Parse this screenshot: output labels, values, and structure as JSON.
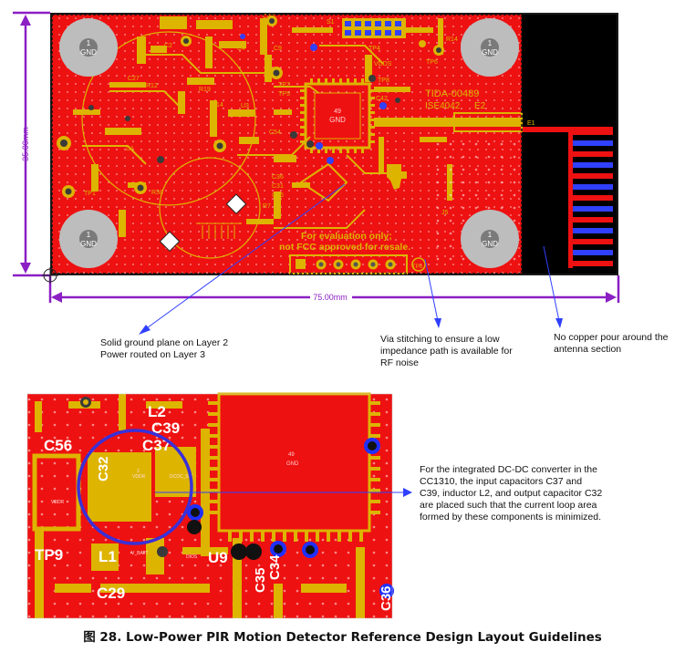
{
  "pcb": {
    "board_id": "TIDA-00489",
    "part_ref": "ISE4042",
    "e2": "E2",
    "e1": "E1",
    "gnd_pad_number": "1",
    "gnd_pad_label": "GND",
    "chip_number": "49",
    "chip_label": "GND",
    "eval_line1": "For evaluation only;",
    "eval_line2": "not FCC approved for resale.",
    "dim_height": "35.00mm",
    "dim_width": "75.00mm",
    "refdes": {
      "r16": "R16",
      "c67": "C67",
      "s1": "S1",
      "r14": "R14",
      "c2": "C2",
      "c9": "C9",
      "c4": "C4",
      "tp4": "TP4",
      "tp5": "TP5",
      "tp6": "TP6",
      "tp7": "TP7",
      "tp8": "TP8",
      "tp1": "TP1",
      "r19": "R19",
      "r12": "R12",
      "c14": "C14",
      "c41": "C41",
      "c42": "C42",
      "u3": "U3",
      "r38": "R38",
      "c36": "C36",
      "c27": "C27",
      "j5": "J5",
      "c31": "C31",
      "c54": "C54",
      "c26": "C26",
      "d1": "D1",
      "r7": "R7",
      "l1": "L1",
      "vdds": "VDDS"
    },
    "colors": {
      "board": "#ee1111",
      "copper": "#ddb400",
      "purple": "#8b1fc4",
      "antenna": "#000000",
      "keepout_blue": "#3040ff"
    }
  },
  "callouts": {
    "ground_plane": "Solid ground plane on Layer 2\nPower routed on Layer 3",
    "via_stitching": "Via stitching to ensure a low\nimpedance path is available for\nRF noise",
    "no_copper": "No copper pour around the\nantenna section",
    "dcdc": "For the integrated DC-DC converter in the\nCC1310, the input capacitors C37 and\nC39, inductor L2, and output capacitor C32\nare placed such that the current loop area\nformed by these components is minimized."
  },
  "zoom": {
    "c56": "C56",
    "l2": "L2",
    "c39": "C39",
    "c37": "C37",
    "c32": "C32",
    "tp9": "TP9",
    "l1": "L1",
    "c29": "C29",
    "u9": "U9",
    "c35": "C35",
    "c34": "C34",
    "c36": "C36",
    "chip_number": "49",
    "chip_label": "GND",
    "vddr": "VDDR",
    "c32_num": "2",
    "dcdc_sw": "DCDC_SW",
    "v_batt": "V_BATT",
    "dio": "DIOS"
  },
  "caption": "图 28. Low-Power PIR Motion Detector Reference Design Layout Guidelines"
}
